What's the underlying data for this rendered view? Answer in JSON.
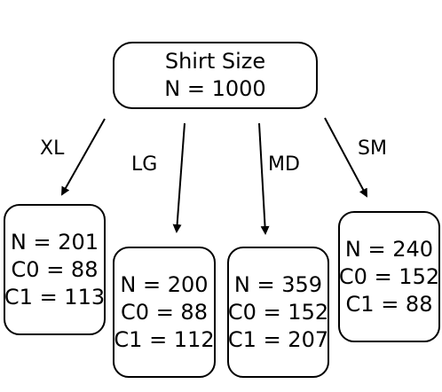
{
  "root": {
    "title": "Shirt Size",
    "count": "N = 1000"
  },
  "branches": [
    {
      "label": "XL",
      "n": "N = 201",
      "c0": "C0 = 88",
      "c1": "C1 = 113"
    },
    {
      "label": "LG",
      "n": "N = 200",
      "c0": "C0 = 88",
      "c1": "C1 = 112"
    },
    {
      "label": "MD",
      "n": "N = 359",
      "c0": "C0 = 152",
      "c1": "C1 = 207"
    },
    {
      "label": "SM",
      "n": "N = 240",
      "c0": "C0 = 152",
      "c1": "C1 = 88"
    }
  ]
}
